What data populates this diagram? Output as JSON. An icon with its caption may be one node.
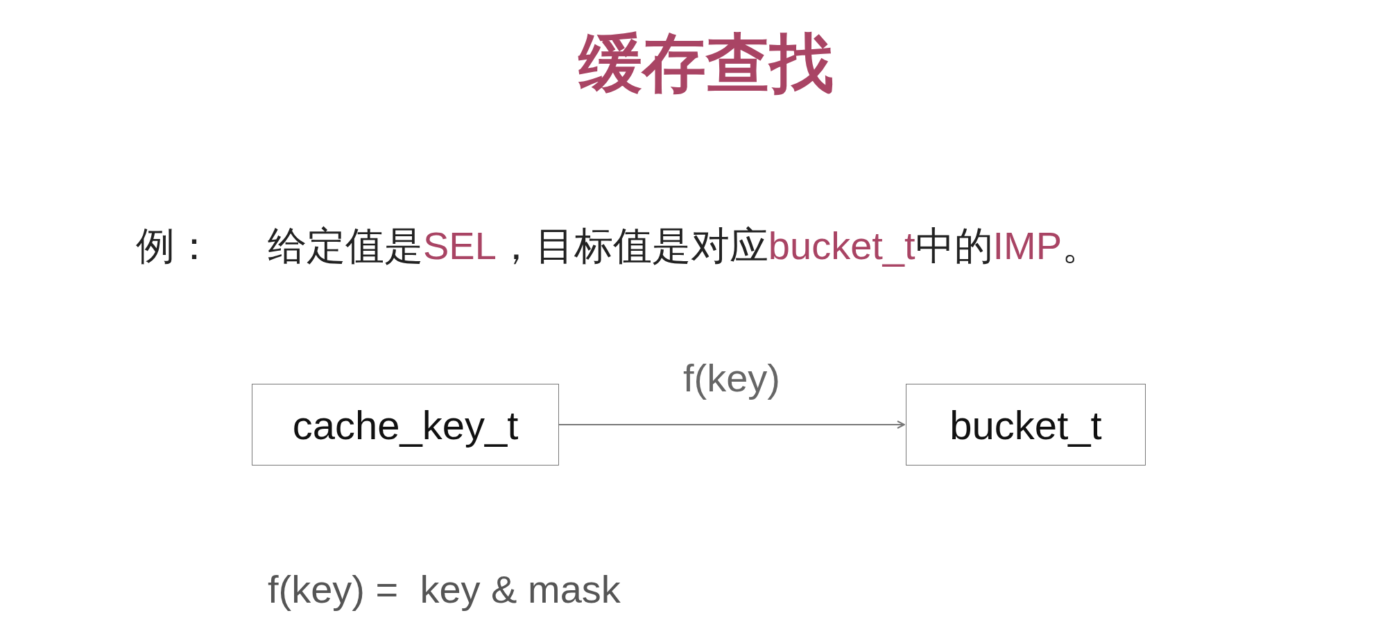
{
  "diagram": {
    "title": "缓存查找",
    "nodes": [
      {
        "text": [
          "cache_key_t"
        ]
      },
      {
        "text": [
          "bucket_t"
        ]
      }
    ],
    "edges": [
      {
        "from": 0,
        "to": 1,
        "arrow": "to",
        "label": "f(key)"
      }
    ],
    "labels": [
      "例：",
      "给定值是**SEL**，目标值是对应**bucket_t**中的**IMP**。",
      "f(key) =  key & mask"
    ]
  }
}
